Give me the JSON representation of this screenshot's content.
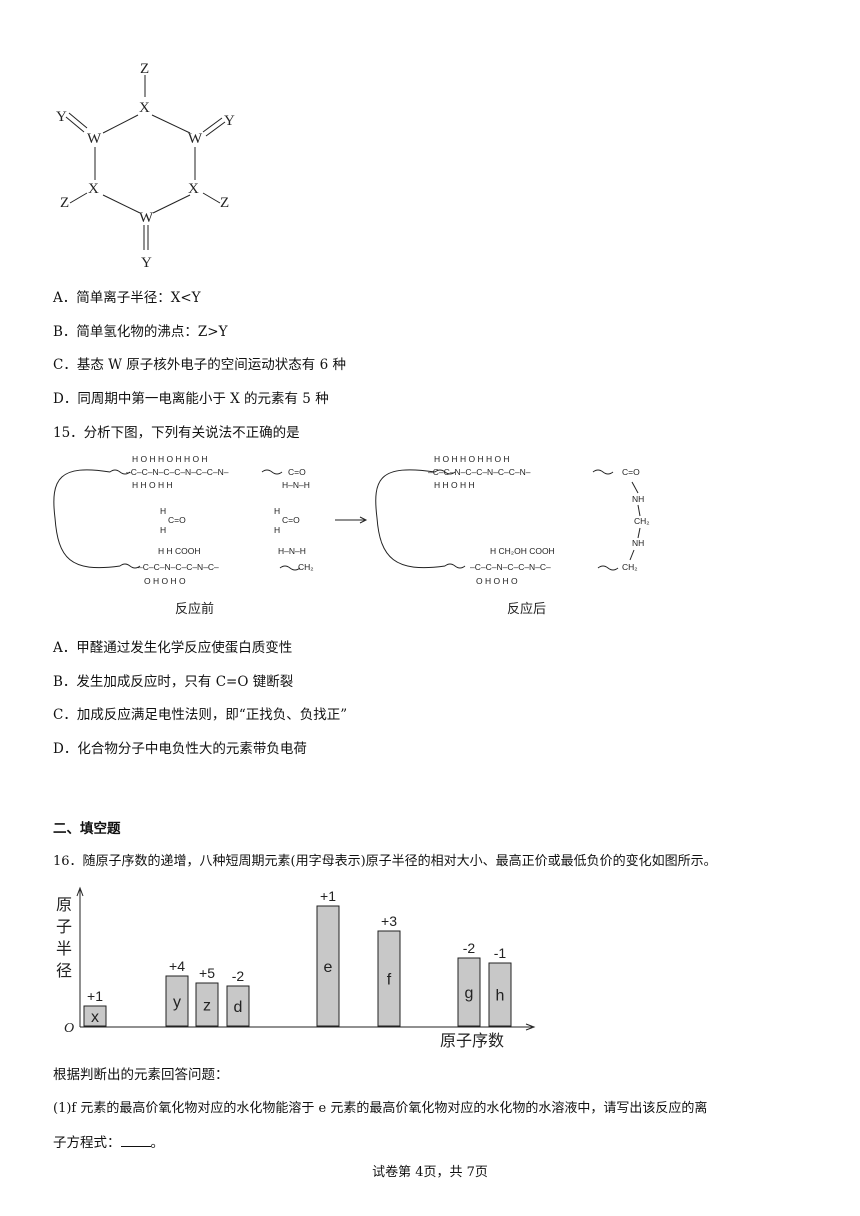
{
  "hexagon": {
    "atoms": [
      "Z",
      "X",
      "Y",
      "W",
      "W",
      "Y",
      "Z",
      "X",
      "X",
      "Z",
      "W",
      "Y"
    ]
  },
  "q14": {
    "options": [
      "A．简单离子半径：X<Y",
      "B．简单氢化物的沸点：Z>Y",
      "C．基态 W 原子核外电子的空间运动状态有 6 种",
      "D．同周期中第一电离能小于 X 的元素有 5 种"
    ]
  },
  "q15": {
    "stem": "15．分析下图，下列有关说法不正确的是",
    "caption_before": "反应前",
    "caption_after": "反应后",
    "options": [
      "A．甲醛通过发生化学反应使蛋白质变性",
      "B．发生加成反应时，只有 C=O 键断裂",
      "C．加成反应满足电性法则，即“正找负、负找正”",
      "D．化合物分子中电负性大的元素带负电荷"
    ]
  },
  "section2": {
    "title": "二、填空题"
  },
  "q16": {
    "stem": "16．随原子序数的递增，八种短周期元素(用字母表示)原子半径的相对大小、最高正价或最低负价的变化如图所示。",
    "prompt": "根据判断出的元素回答问题：",
    "part1_a": "(1)f 元素的最高价氧化物对应的水化物能溶于 e 元素的最高价氧化物对应的水化物的水溶液中，请写出该反应的离",
    "part1_b": "子方程式：",
    "part1_end": "。"
  },
  "chart_data": {
    "type": "bar",
    "ylabel": "原子半径",
    "xlabel": "原子序数",
    "origin_label": "O",
    "categories": [
      "x",
      "y",
      "z",
      "d",
      "e",
      "f",
      "g",
      "h"
    ],
    "valence_labels": [
      "+1",
      "+4",
      "+5",
      "-2",
      "+1",
      "+3",
      "-2",
      "-1"
    ],
    "values": [
      0.2,
      0.5,
      0.43,
      0.4,
      1.2,
      0.95,
      0.68,
      0.63
    ],
    "grid": false
  },
  "footer": {
    "page": "试卷第 4页，共 7页"
  }
}
